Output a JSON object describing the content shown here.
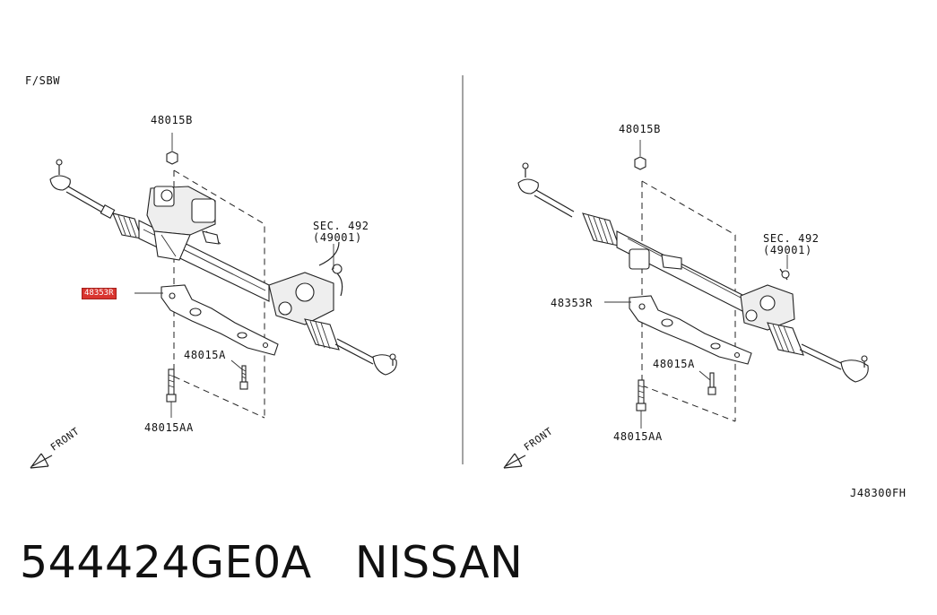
{
  "header_code": "F/SBW",
  "drawing_id": "J48300FH",
  "left": {
    "nut_label": "48015B",
    "sec_line1": "SEC. 492",
    "sec_line2": "(49001)",
    "highlight_label": "48353R",
    "bolt_a_label": "48015A",
    "bolt_aa_label": "48015AA",
    "front_label": "FRONT"
  },
  "right": {
    "nut_label": "48015B",
    "sec_line1": "SEC. 492",
    "sec_line2": "(49001)",
    "bracket_label": "48353R",
    "bolt_a_label": "48015A",
    "bolt_aa_label": "48015AA",
    "front_label": "FRONT"
  },
  "caption": {
    "part_number": "544424GE0A",
    "brand": "NISSAN"
  },
  "colors": {
    "highlight": "#d9352f",
    "ink": "#111111"
  }
}
